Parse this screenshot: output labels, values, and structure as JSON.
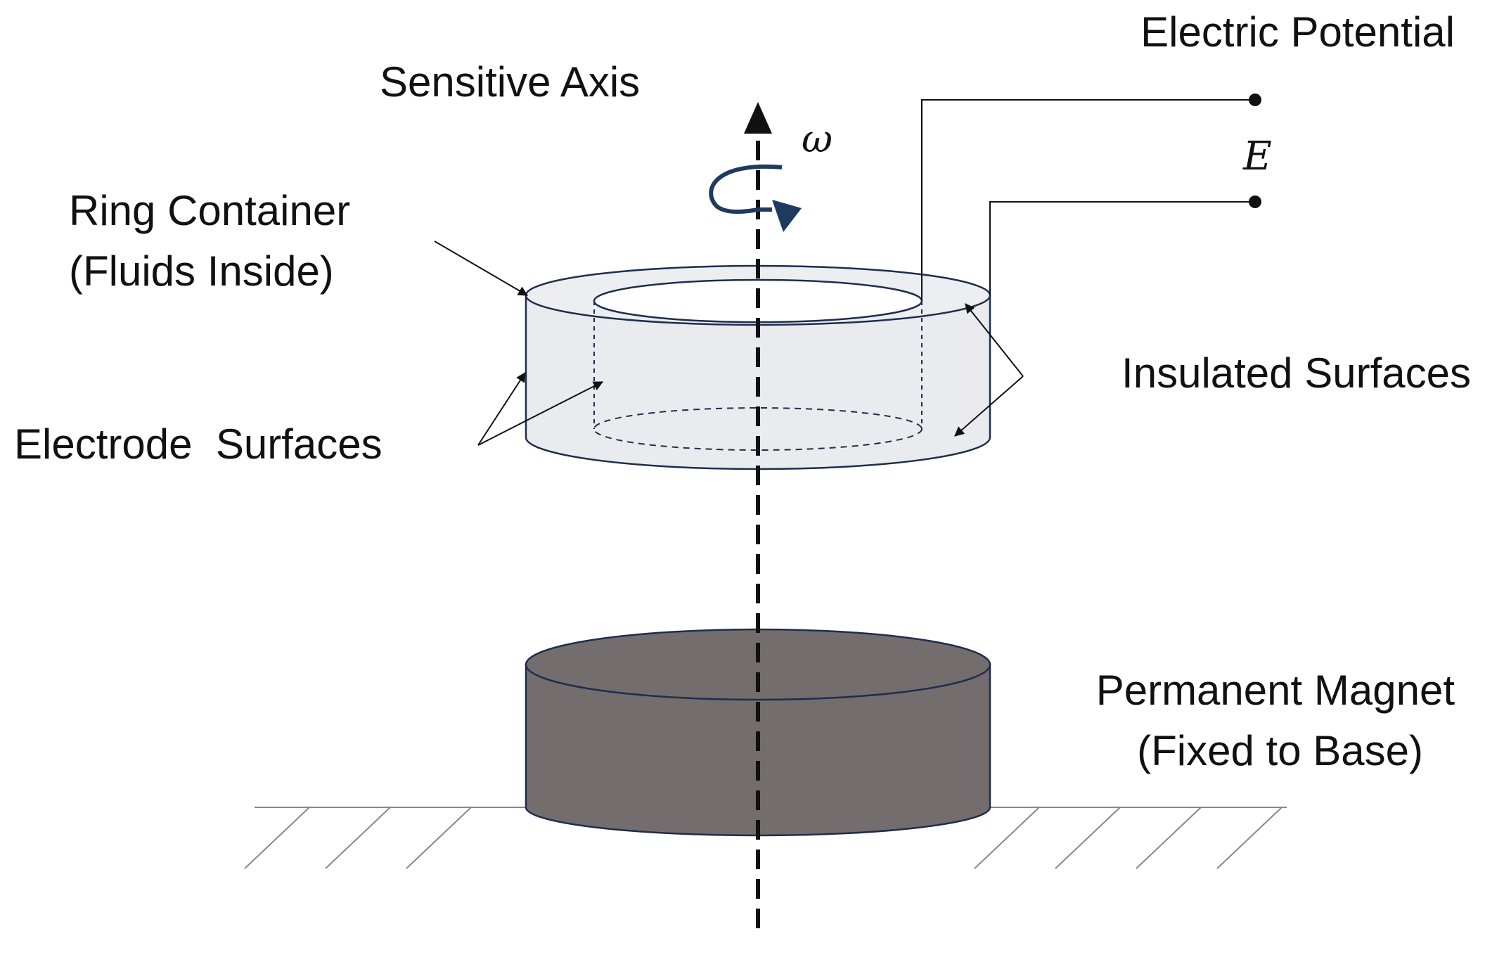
{
  "labels": {
    "electric_potential": "Electric Potential",
    "sensitive_axis": "Sensitive Axis",
    "omega": "ω",
    "emf": "E",
    "ring_container_line1": "Ring Container",
    "ring_container_line2": "(Fluids Inside)",
    "insulated_surfaces": "Insulated Surfaces",
    "electrode_surfaces": "Electrode  Surfaces",
    "permanent_magnet_line1": "Permanent Magnet",
    "permanent_magnet_line2": "(Fixed to Base)"
  },
  "colors": {
    "ring_fill": "#e9ebee",
    "ring_stroke": "#1f2d4d",
    "magnet_fill": "#736d6d",
    "rotation_arrow": "#1f3a5f",
    "line": "#111111",
    "ground_hatch": "#888888"
  }
}
